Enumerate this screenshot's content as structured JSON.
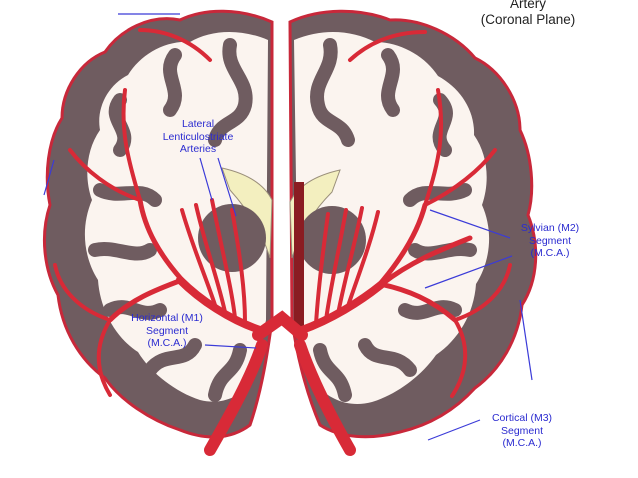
{
  "title": {
    "line1": "Artery",
    "line2": "(Coronal Plane)"
  },
  "labels": {
    "lenticulostriate": [
      "Lateral",
      "Lenticulostriate",
      "Arteries"
    ],
    "sylvian": [
      "Sylvian (M2)",
      "Segment",
      "(M.C.A.)"
    ],
    "horizontal": [
      "Horizontal (M1)",
      "Segment",
      "(M.C.A.)"
    ],
    "cortical": [
      "Cortical (M3)",
      "Segment",
      "(M.C.A.)"
    ]
  },
  "colors": {
    "background": "#ffffff",
    "white_matter": "#fbf4ef",
    "gray_matter": "#6f5c60",
    "cortex_outline": "#c8283a",
    "artery": "#d82a37",
    "ventricle": "#f3efbf",
    "basal_ganglia": "#6f5c60",
    "leader_line": "#3b3bd8",
    "label_text": "#2b2bd0",
    "title_text": "#222222"
  }
}
